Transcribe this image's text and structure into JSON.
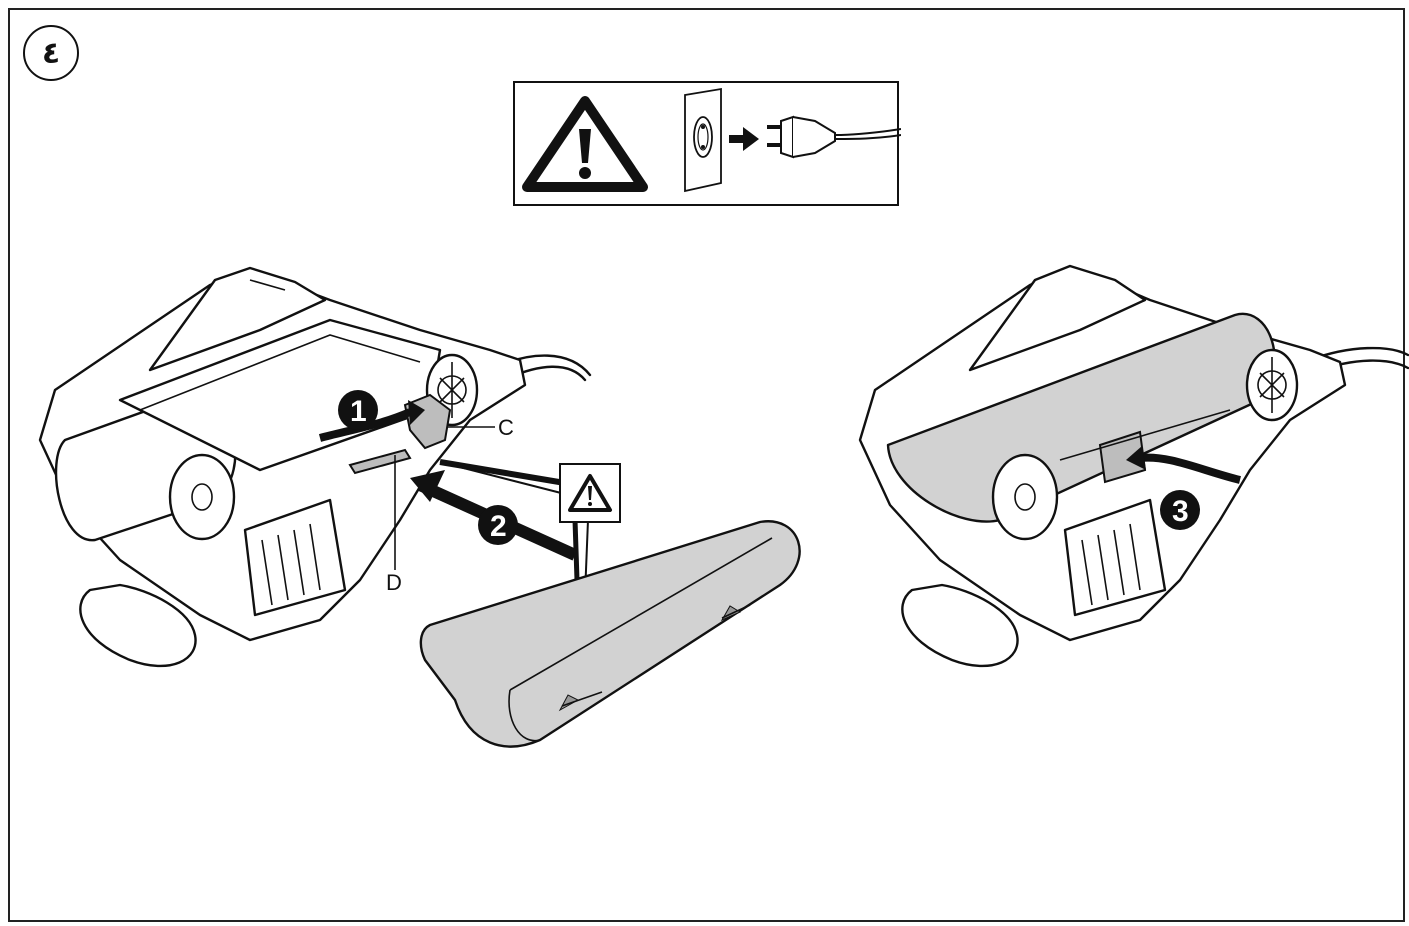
{
  "figure": {
    "step_number": "٤",
    "label_c": "C",
    "label_d": "D",
    "step_1": "1",
    "step_2": "2",
    "step_3": "3"
  },
  "icons": {
    "warning": "warning-triangle-icon",
    "unplug": "unplug-from-socket-icon"
  },
  "colors": {
    "line": "#111111",
    "belt_fill": "#d2d2d2",
    "background": "#ffffff"
  }
}
